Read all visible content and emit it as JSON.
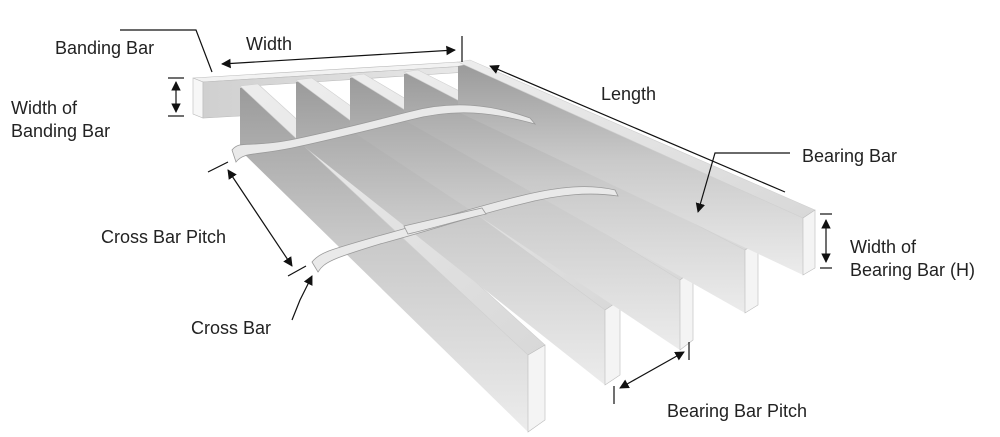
{
  "labels": {
    "banding_bar": "Banding Bar",
    "width": "Width",
    "length": "Length",
    "width_of_banding_bar_1": "Width of",
    "width_of_banding_bar_2": "Banding Bar",
    "bearing_bar": "Bearing Bar",
    "cross_bar_pitch": "Cross Bar Pitch",
    "cross_bar": "Cross Bar",
    "width_of_bearing_bar_1": "Width of",
    "width_of_bearing_bar_2": "Bearing Bar (H)",
    "bearing_bar_pitch": "Bearing Bar Pitch"
  },
  "colors": {
    "bar_top": "#e6e6e6",
    "bar_side": "#c6c6c6",
    "bar_end": "#f5f5f5",
    "line": "#111111",
    "text": "#222222"
  }
}
